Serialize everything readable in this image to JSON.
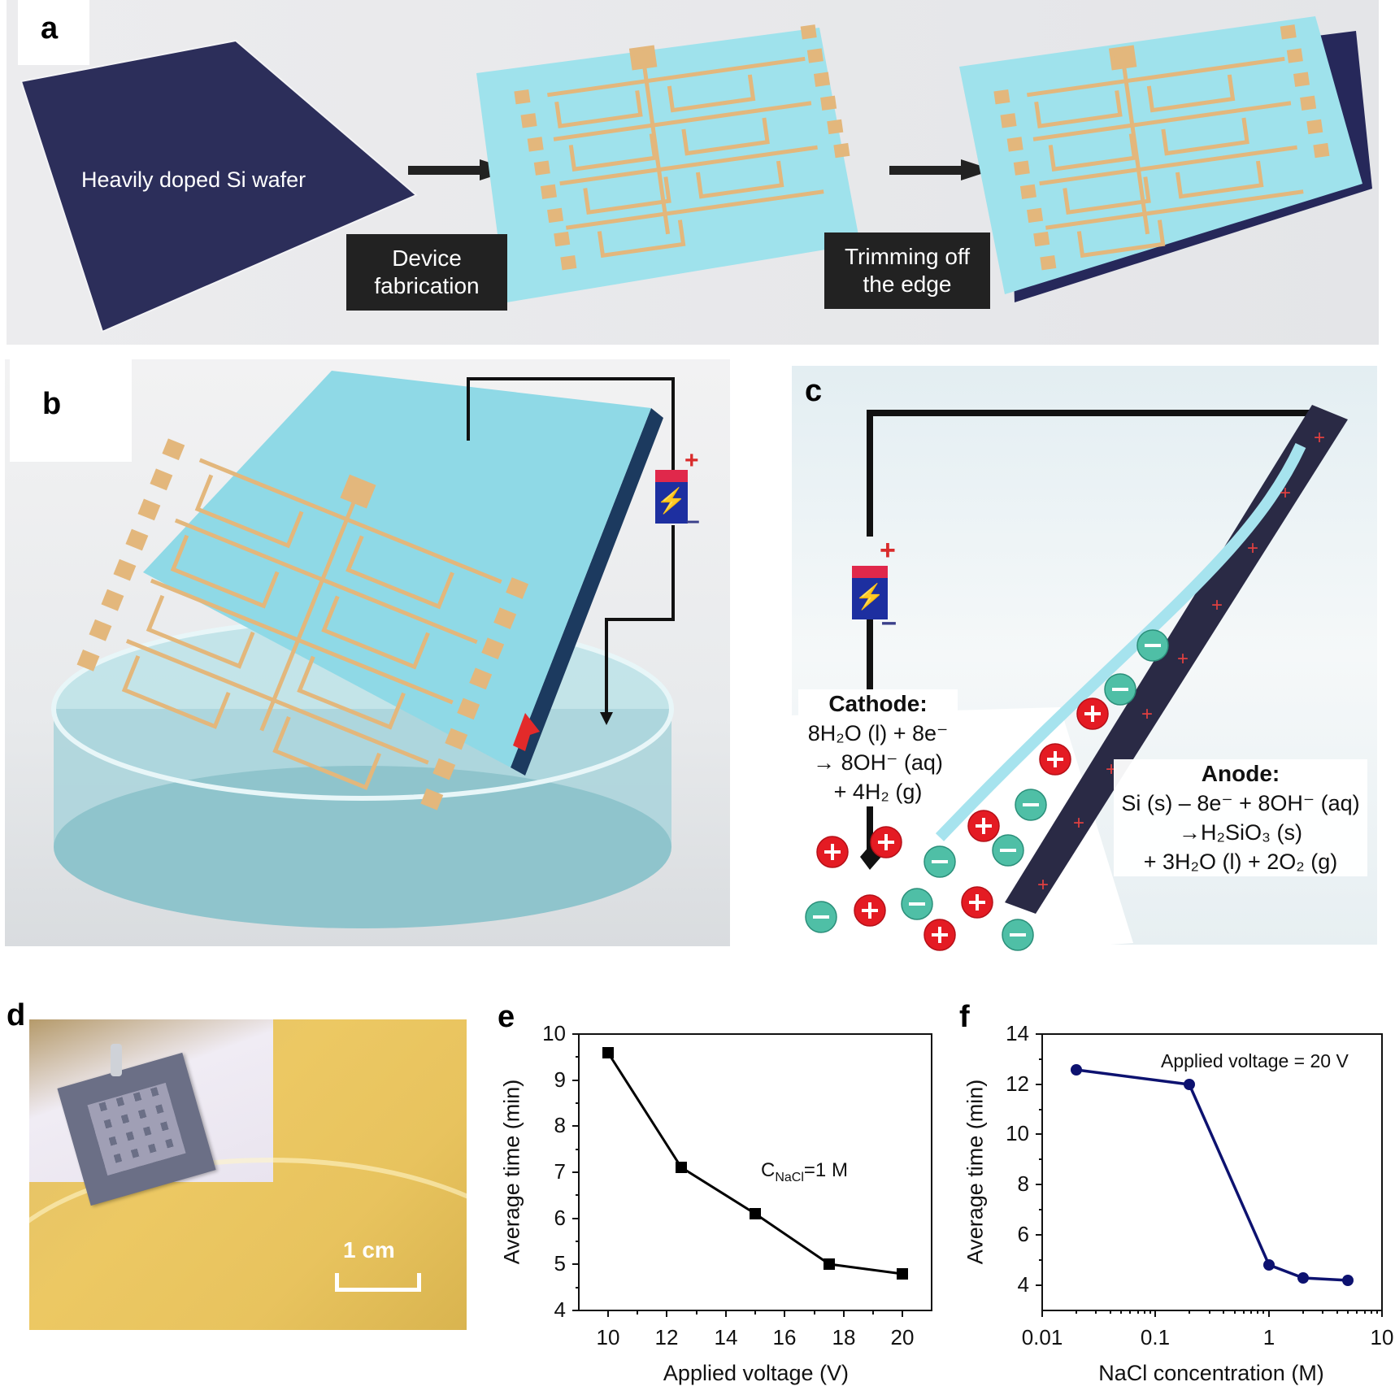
{
  "figure": {
    "panels": [
      "a",
      "b",
      "c",
      "d",
      "e",
      "f"
    ]
  },
  "panel_a": {
    "label": "a",
    "wafer_text": "Heavily doped Si wafer",
    "step1": [
      "Device",
      "fabrication"
    ],
    "step2": [
      "Trimming off",
      "the edge"
    ],
    "colors": {
      "wafer": "#2c2e5a",
      "substrate": "#9fe2ec",
      "electrode": "#e3b77c",
      "background": "#e9eaec"
    }
  },
  "panel_b": {
    "label": "b",
    "battery_plus": "+",
    "battery_minus": "–",
    "colors": {
      "substrate": "#8fd9e6",
      "electrode": "#e3b77c",
      "dish": "#bfe3e8",
      "battery_red": "#e0284b",
      "battery_blue": "#1d2fa0"
    }
  },
  "panel_c": {
    "label": "c",
    "battery_plus": "+",
    "battery_minus": "–",
    "cathode": {
      "title": "Cathode:",
      "line1": "8H₂O (l) + 8e⁻",
      "line2": "→ 8OH⁻ (aq)",
      "line3": "+ 4H₂ (g)"
    },
    "anode": {
      "title": "Anode:",
      "line1": "Si (s) – 8e⁻ + 8OH⁻ (aq)",
      "line2": "→H₂SiO₃ (s)",
      "line3": "+ 3H₂O (l) + 2O₂ (g)"
    },
    "ion_plus": "+",
    "ion_minus": "–",
    "colors": {
      "cation": "#e41b23",
      "anion": "#4fbfa6",
      "electrode": "#2a2a45",
      "film": "#a6e3ee"
    }
  },
  "panel_d": {
    "label": "d",
    "scale_bar": "1 cm"
  },
  "chart_data": [
    {
      "panel": "e",
      "type": "line",
      "title": "",
      "annotation": "C_NaCl=1 M",
      "xlabel": "Applied voltage (V)",
      "ylabel": "Average time (min)",
      "x": [
        10,
        12.5,
        15,
        17.5,
        20
      ],
      "series": [
        {
          "name": "C_NaCl=1 M",
          "values": [
            9.6,
            7.1,
            6.1,
            5.0,
            4.8
          ],
          "marker": "square",
          "color": "#000000"
        }
      ],
      "xlim": [
        9,
        21
      ],
      "ylim": [
        4,
        10
      ],
      "xticks": [
        10,
        12,
        14,
        16,
        18,
        20
      ],
      "yticks": [
        4,
        5,
        6,
        7,
        8,
        9,
        10
      ],
      "grid": false
    },
    {
      "panel": "f",
      "type": "line",
      "title": "",
      "annotation": "Applied voltage = 20 V",
      "xlabel": "NaCl concentration (M)",
      "ylabel": "Average time (min)",
      "xscale": "log",
      "x": [
        0.02,
        0.2,
        1,
        2,
        5
      ],
      "series": [
        {
          "name": "Applied voltage = 20 V",
          "values": [
            12.6,
            12.0,
            4.8,
            4.3,
            4.2
          ],
          "marker": "circle",
          "color": "#0d1270"
        }
      ],
      "xlim": [
        0.01,
        10
      ],
      "ylim": [
        3,
        14
      ],
      "xticks": [
        "0.01",
        "0.1",
        "1",
        "10"
      ],
      "yticks": [
        4,
        6,
        8,
        10,
        12,
        14
      ],
      "grid": false
    }
  ],
  "charts_text": {
    "e": {
      "label": "e",
      "yticks": [
        "4",
        "5",
        "6",
        "7",
        "8",
        "9",
        "10"
      ],
      "xticks": [
        "10",
        "12",
        "14",
        "16",
        "18",
        "20"
      ],
      "xlabel": "Applied voltage (V)",
      "ylabel": "Average time (min)",
      "ann_main": "C",
      "ann_sub": "NaCl",
      "ann_rest": "=1 M"
    },
    "f": {
      "label": "f",
      "yticks": [
        "4",
        "6",
        "8",
        "10",
        "12",
        "14"
      ],
      "xticks": [
        "0.01",
        "0.1",
        "1",
        "10"
      ],
      "xlabel": "NaCl concentration (M)",
      "ylabel": "Average time (min)",
      "annotation": "Applied voltage = 20 V"
    }
  }
}
